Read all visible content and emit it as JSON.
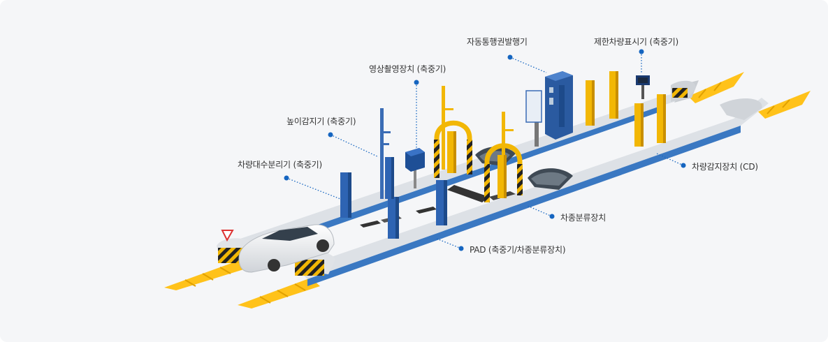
{
  "labels": {
    "ticket_machine": "자동통행권발행기",
    "limit_display": "제한차량표시기 (축중기)",
    "camera": "영상촬영장치 (축중기)",
    "height_detector": "높이감지기 (축중기)",
    "counter": "차량대수분리기 (축중기)",
    "vehicle_detector": "차량감지장치 (CD)",
    "classifier": "차종분류장치",
    "pad": "PAD (축중기/차종분류장치)"
  },
  "colors": {
    "leader_dot": "#1565c0",
    "island_blue": "#3a78c2",
    "post_yellow": "#f2b705",
    "post_blue": "#2e64b3",
    "arrow_yellow": "#ffc21a"
  }
}
